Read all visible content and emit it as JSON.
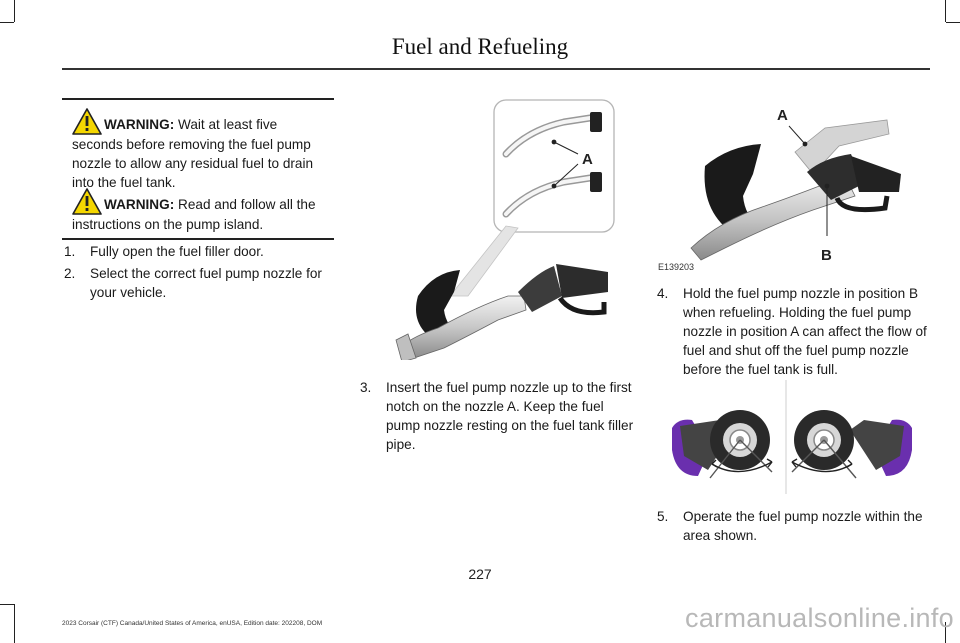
{
  "header": {
    "title": "Fuel and Refueling"
  },
  "warnings": [
    {
      "label": "WARNING:",
      "text": " Wait at least five seconds before removing the fuel pump nozzle to allow any residual fuel to drain into the fuel tank."
    },
    {
      "label": "WARNING:",
      "text": " Read and follow all the instructions on the pump island."
    }
  ],
  "steps": [
    {
      "num": "1.",
      "text": "Fully open the fuel filler door."
    },
    {
      "num": "2.",
      "text": "Select the correct fuel pump nozzle for your vehicle."
    },
    {
      "num": "3.",
      "text": "Insert the fuel pump nozzle up to the first notch on the nozzle A.  Keep the fuel pump nozzle resting on the fuel tank filler pipe."
    },
    {
      "num": "4.",
      "text": "Hold the fuel pump nozzle in position B when refueling.  Holding the fuel pump nozzle in position A can affect the flow of fuel and shut off the fuel pump nozzle before the fuel tank is full."
    },
    {
      "num": "5.",
      "text": "Operate the fuel pump nozzle within the area shown."
    }
  ],
  "figures": {
    "fig1": {
      "label_a": "A"
    },
    "fig2": {
      "label_a": "A",
      "label_b": "B",
      "caption": "E139203"
    }
  },
  "footer": {
    "page_number": "227",
    "edition": "2023 Corsair (CTF) Canada/United States of America, enUSA, Edition date: 202208, DOM",
    "watermark": "carmanualsonline.info"
  }
}
